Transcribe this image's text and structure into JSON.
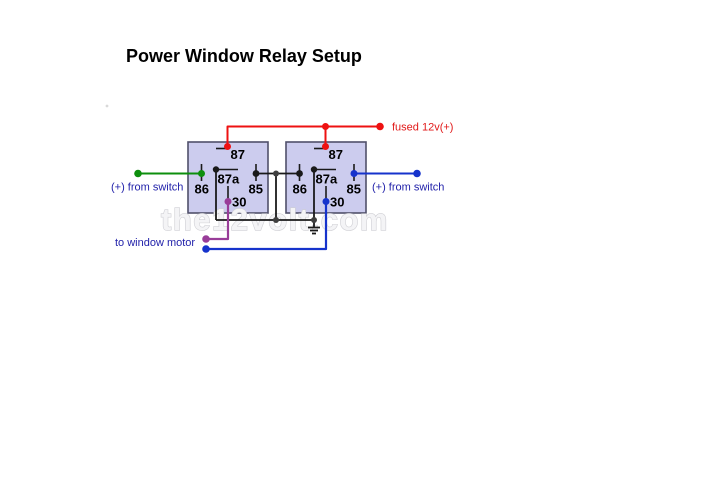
{
  "title": "Power Window Relay Setup",
  "watermark": "the12volt.com",
  "labels": {
    "fused_12v": "fused 12v(+)",
    "left_switch": "(+) from switch",
    "right_switch": "(+) from switch",
    "window_motor": "to window motor"
  },
  "relays": [
    {
      "id": "left-relay",
      "pins": {
        "p87": "87",
        "p87a": "87a",
        "p86": "86",
        "p85": "85",
        "p30": "30"
      }
    },
    {
      "id": "right-relay",
      "pins": {
        "p87": "87",
        "p87a": "87a",
        "p86": "86",
        "p85": "85",
        "p30": "30"
      }
    }
  ],
  "colors": {
    "power_red": "#ee1111",
    "switch_green": "#0d8f0d",
    "wire_blue": "#1633cc",
    "motor_purple": "#993d99",
    "black": "#1a1a1a",
    "junction": "#3f3f3f",
    "relay_fill": "#ccccee",
    "relay_border": "#50506a",
    "label_blue": "#2222aa",
    "label_red": "#e11919",
    "watermark_fill": "#f4f4f6",
    "watermark_stroke": "#cfcfd4",
    "background": "#ffffff"
  }
}
